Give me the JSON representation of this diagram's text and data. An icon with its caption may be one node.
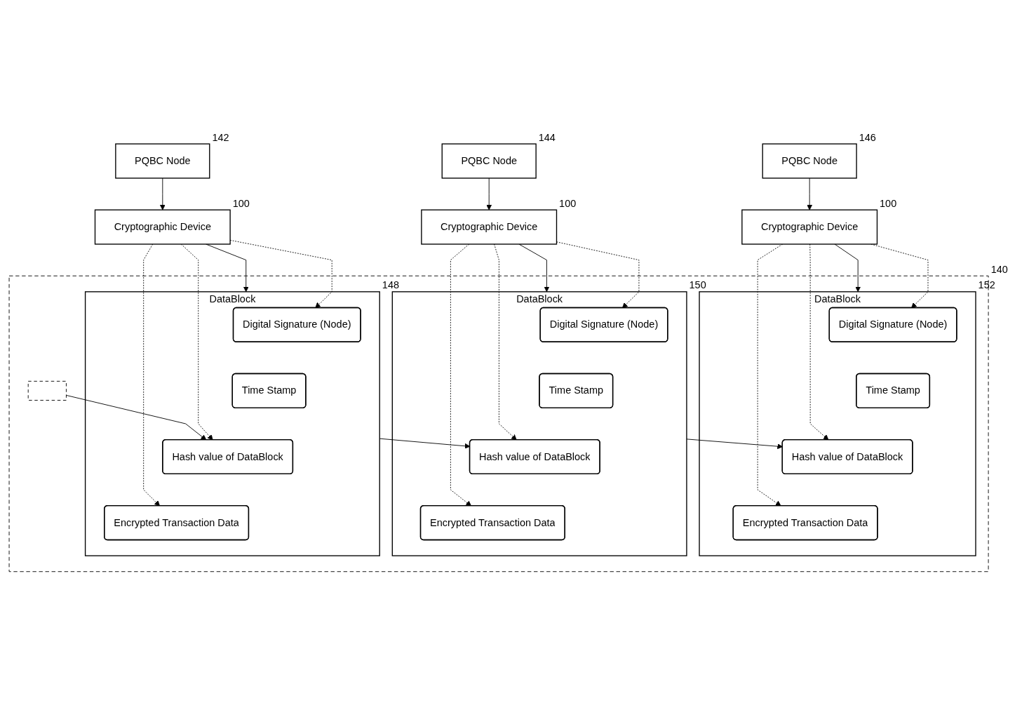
{
  "diagram": {
    "nodes": [
      {
        "text": [
          "PQBC Node"
        ],
        "beside": [
          "142"
        ]
      },
      {
        "text": [
          "PQBC Node"
        ],
        "beside": [
          "144"
        ]
      },
      {
        "text": [
          "PQBC Node"
        ],
        "beside": [
          "146"
        ]
      },
      {
        "text": [
          "Cryptographic Device"
        ],
        "beside": [
          "100"
        ]
      },
      {
        "text": [
          "Cryptographic Device"
        ],
        "beside": [
          "100"
        ]
      },
      {
        "text": [
          "Cryptographic Device"
        ],
        "beside": [
          "100"
        ]
      },
      {
        "text": [],
        "shape": "box",
        "beside": [
          "140"
        ]
      },
      {
        "text": [],
        "shape": "box",
        "in": 6
      },
      {
        "text": [
          "DataBlock"
        ],
        "beside": [
          "148"
        ],
        "in": 6
      },
      {
        "text": [
          "Digital Signature (Node)"
        ],
        "in": 8
      },
      {
        "text": [
          "Time Stamp"
        ],
        "in": 8
      },
      {
        "text": [
          "Hash value of DataBlock"
        ],
        "in": 8
      },
      {
        "text": [
          "Encrypted Transaction Data"
        ],
        "in": 8
      },
      {
        "text": [
          "DataBlock"
        ],
        "beside": [
          "150"
        ],
        "in": 6
      },
      {
        "text": [
          "Digital Signature (Node)"
        ],
        "in": 13
      },
      {
        "text": [
          "Time Stamp"
        ],
        "in": 13
      },
      {
        "text": [
          "Hash value of DataBlock"
        ],
        "in": 13
      },
      {
        "text": [
          "Encrypted Transaction Data"
        ],
        "in": 13
      },
      {
        "text": [
          "DataBlock"
        ],
        "beside": [
          "152"
        ],
        "in": 6
      },
      {
        "text": [
          "Digital Signature (Node)"
        ],
        "in": 18
      },
      {
        "text": [
          "Time Stamp"
        ],
        "in": 18
      },
      {
        "text": [
          "Hash value of DataBlock"
        ],
        "in": 18
      },
      {
        "text": [
          "Encrypted Transaction Data"
        ],
        "in": 18
      }
    ],
    "edges": [
      {
        "from": 0,
        "to": 3,
        "arrow": "to"
      },
      {
        "from": 1,
        "to": 4,
        "arrow": "to"
      },
      {
        "from": 2,
        "to": 5,
        "arrow": "to"
      },
      {
        "from": 3,
        "to": 8,
        "arrow": "to"
      },
      {
        "from": 3,
        "to": 9,
        "arrow": "to",
        "style": "dashed"
      },
      {
        "from": 3,
        "to": 11,
        "arrow": "to",
        "style": "dashed"
      },
      {
        "from": 3,
        "to": 12,
        "arrow": "to",
        "style": "dashed"
      },
      {
        "from": 4,
        "to": 13,
        "arrow": "to"
      },
      {
        "from": 4,
        "to": 14,
        "arrow": "to",
        "style": "dashed"
      },
      {
        "from": 4,
        "to": 16,
        "arrow": "to",
        "style": "dashed"
      },
      {
        "from": 4,
        "to": 17,
        "arrow": "to",
        "style": "dashed"
      },
      {
        "from": 5,
        "to": 18,
        "arrow": "to"
      },
      {
        "from": 5,
        "to": 19,
        "arrow": "to",
        "style": "dashed"
      },
      {
        "from": 5,
        "to": 21,
        "arrow": "to",
        "style": "dashed"
      },
      {
        "from": 5,
        "to": 22,
        "arrow": "to",
        "style": "dashed"
      },
      {
        "from": 7,
        "to": 11,
        "arrow": "to"
      },
      {
        "from": 8,
        "to": 16,
        "arrow": "to"
      },
      {
        "from": 13,
        "to": 21,
        "arrow": "to"
      }
    ]
  }
}
